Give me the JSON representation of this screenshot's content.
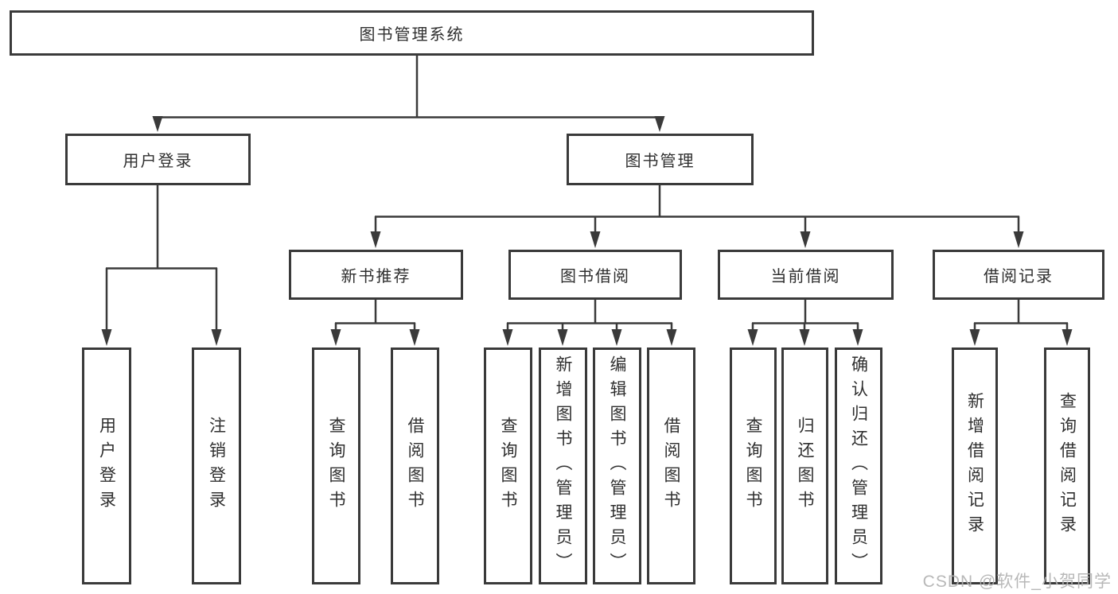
{
  "tree": {
    "root": {
      "label": "图书管理系统"
    },
    "branches": {
      "user": {
        "label": "用户登录",
        "children": {
          "login": "用户登录",
          "logout": "注销登录"
        }
      },
      "mgmt": {
        "label": "图书管理",
        "groups": {
          "recommend": {
            "label": "新书推荐",
            "children": {
              "query": "查询图书",
              "borrow": "借阅图书"
            }
          },
          "borrow": {
            "label": "图书借阅",
            "children": {
              "query": "查询图书",
              "add": "新增图书（管理员）",
              "edit": "编辑图书（管理员）",
              "borrow": "借阅图书"
            }
          },
          "current": {
            "label": "当前借阅",
            "children": {
              "query": "查询图书",
              "return": "归还图书",
              "confirm": "确认归还（管理员）"
            }
          },
          "records": {
            "label": "借阅记录",
            "children": {
              "add": "新增借阅记录",
              "query": "查询借阅记录"
            }
          }
        }
      }
    }
  },
  "watermark": "CSDN @软件_小贺同学",
  "colors": {
    "line": "#3a3a3a",
    "text": "#2f2f2f",
    "background": "#ffffff",
    "watermark": "#b2b2b2"
  }
}
